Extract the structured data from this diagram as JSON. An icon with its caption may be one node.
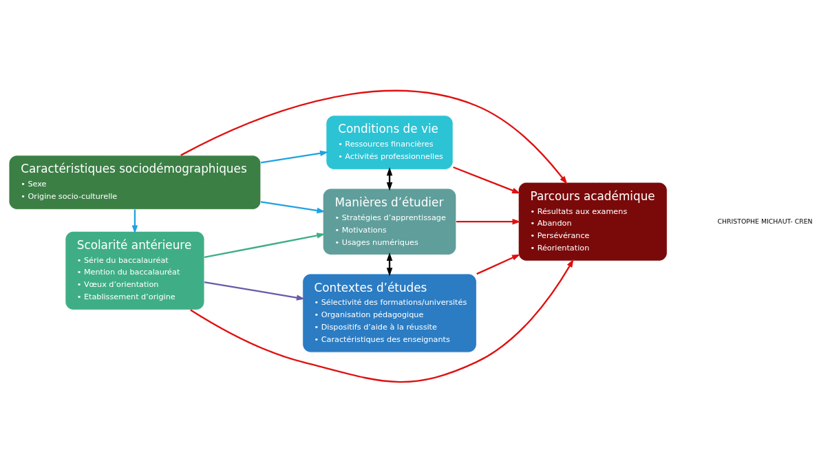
{
  "diagram": {
    "nodes": [
      {
        "text": [
          "Caractéristiques sociodémographiques",
          "• Sexe",
          "• Origine socio-culturelle"
        ]
      },
      {
        "text": [
          "Conditions de vie",
          "• Ressources financières",
          "• Activités professionnelles"
        ]
      },
      {
        "text": [
          "Manières d’étudier",
          "• Stratégies d’apprentissage",
          "• Motivations",
          "• Usages numériques"
        ]
      },
      {
        "text": [
          "Parcours académique",
          "• Résultats aux examens",
          "• Abandon",
          "• Persévérance",
          "• Réorientation"
        ]
      },
      {
        "text": [
          "Scolarité antérieure",
          "• Série du baccalauréat",
          "• Mention du baccalauréat",
          "• Vœux d’orientation",
          "• Etablissement d’origine"
        ]
      },
      {
        "text": [
          "Contextes d’études",
          "• Sélectivité des formations/universités",
          "• Organisation pédagogique",
          "• Dispositifs d’aide à la réussite",
          "• Caractéristiques des enseignants"
        ]
      }
    ],
    "edges": [
      {
        "from": 0,
        "to": 1,
        "arrow": "to",
        "color": "#1fa3e0"
      },
      {
        "from": 0,
        "to": 2,
        "arrow": "to",
        "color": "#1fa3e0"
      },
      {
        "from": 0,
        "to": 4,
        "arrow": "to",
        "color": "#1fa3e0"
      },
      {
        "from": 0,
        "to": 3,
        "arrow": "to"
      },
      {
        "from": 1,
        "to": 3,
        "arrow": "to"
      },
      {
        "from": 1,
        "to": 2,
        "arrow": "both",
        "color": "#000000"
      },
      {
        "from": 2,
        "to": 3,
        "arrow": "to"
      },
      {
        "from": 2,
        "to": 5,
        "arrow": "both",
        "color": "#000000"
      },
      {
        "from": 4,
        "to": 2,
        "arrow": "to",
        "color": "#3fae86"
      },
      {
        "from": 4,
        "to": 3,
        "arrow": "to"
      },
      {
        "from": 4,
        "to": 5,
        "arrow": "to",
        "color": "#6a5aa8"
      },
      {
        "from": 5,
        "to": 3,
        "arrow": "to"
      }
    ],
    "labels": [
      "CHRISTOPHE MICHAUT- CREN"
    ]
  }
}
